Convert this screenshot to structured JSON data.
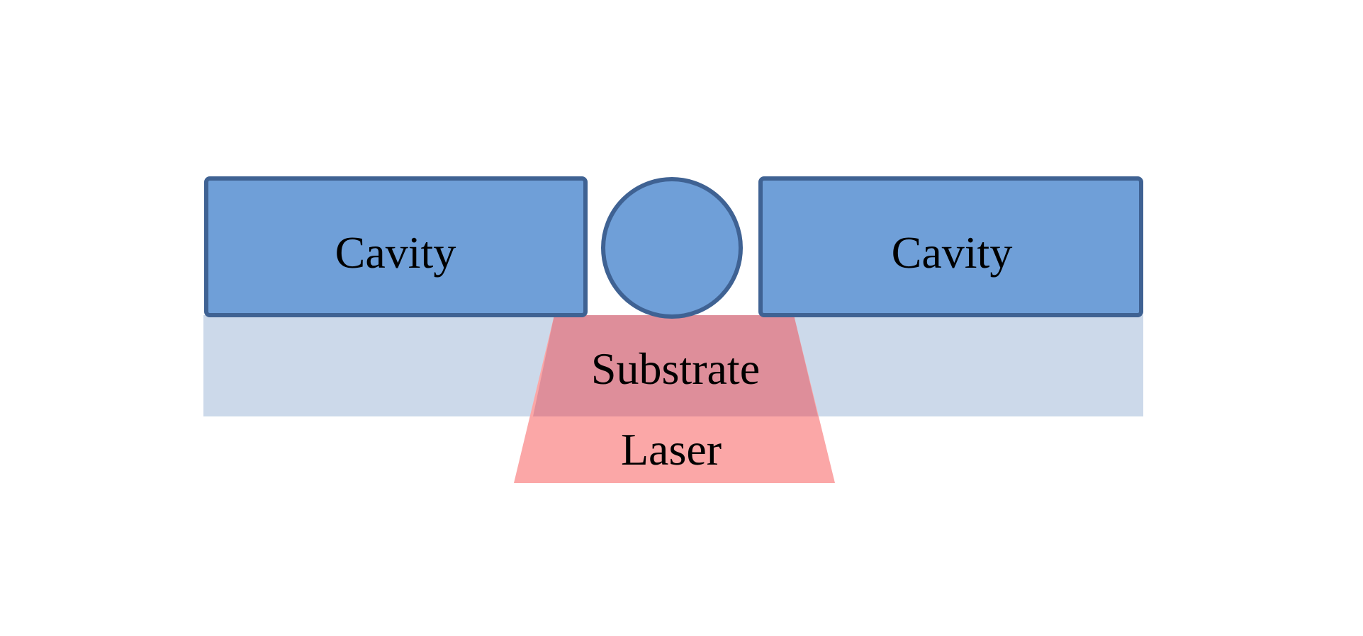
{
  "labels": {
    "cavity_left": "Cavity",
    "cavity_right": "Cavity",
    "substrate": "Substrate",
    "laser": "Laser"
  },
  "colors": {
    "cavity_fill": "#6f9fd8",
    "cavity_stroke": "#3f6293",
    "substrate_fill": "#ccd9ea",
    "laser_fill": "#fba7a7",
    "laser_over_substrate_fill": "#de8e9a",
    "text": "#000000"
  }
}
